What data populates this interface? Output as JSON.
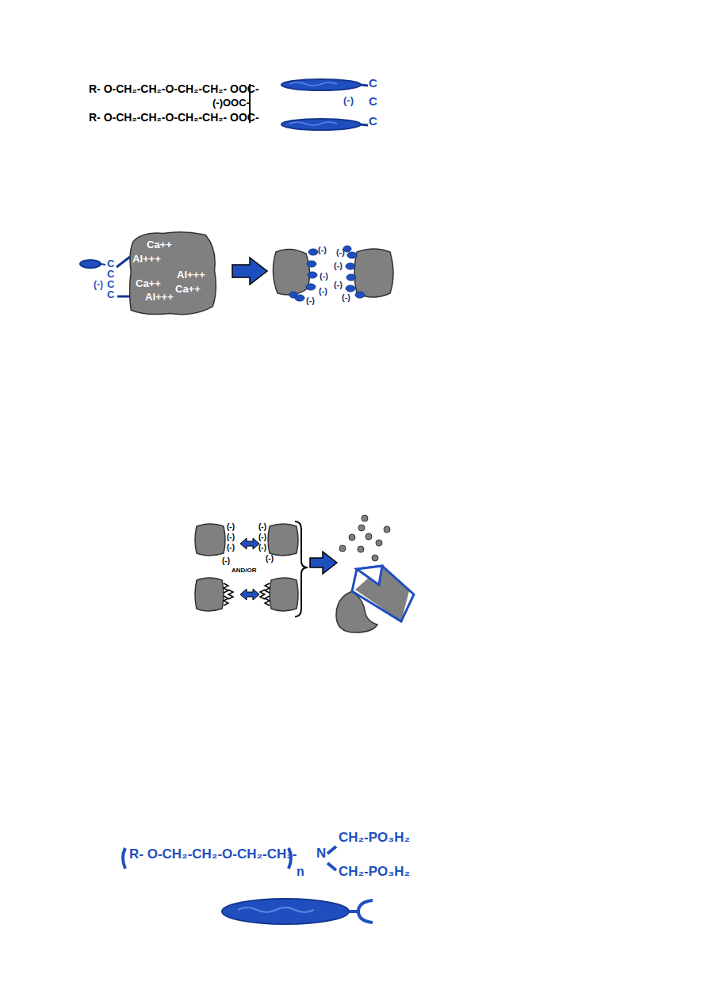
{
  "diagram": {
    "nodes": [
      {
        "text": [
          "Ca++",
          "Al+++",
          "Al+++",
          "Ca++",
          "Ca++",
          "Al+++"
        ]
      }
    ],
    "labels": [
      "R- O-CH₂-CH₂-O-CH₂-CH₂- OOC-",
      "(-)OOC-",
      "R- O-CH₂-CH₂-O-CH₂-CH₂- OOC-",
      "C",
      "(-)",
      "C",
      "C",
      "C",
      "C",
      "(-)",
      "C",
      "C",
      "(-)",
      "(-)",
      "(-)",
      "(-)",
      "(-)",
      "(-)",
      "(-)",
      "(-)",
      "(-)",
      "(-)",
      "(-)",
      "(-)",
      "(-)",
      "(-)",
      "(-)",
      "(-)",
      "AND/OR",
      "R- O-CH₂-CH₂-O-CH₂-CH₂-",
      "n",
      "N",
      "CH₂-PO₃H₂",
      "CH₂-PO₃H₂"
    ]
  }
}
